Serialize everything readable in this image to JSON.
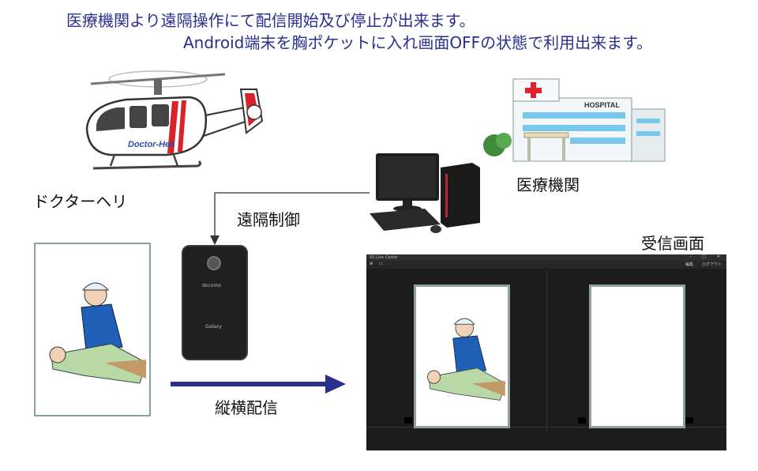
{
  "captions": {
    "line1": "医療機関より遠隔操作にて配信開始及び停止が出来ます。",
    "line2": "Android端末を胸ポケットに入れ画面OFFの状態で利用出来ます。"
  },
  "labels": {
    "helicopter": "ドクターヘリ",
    "hospital": "医療機関",
    "remote_control": "遠隔制御",
    "receive_screen": "受信画面",
    "vertical_stream": "縦横配信"
  },
  "helicopter_marking": "Doctor-Heli",
  "hospital_sign": "HOSPITAL",
  "phone": {
    "carrier": "docomo",
    "model": "Galaxy"
  },
  "app_window": {
    "title": "SS Live Caster",
    "menu_edit": "編集",
    "menu_logout": "ログアウト"
  },
  "colors": {
    "caption": "#2a2f8f",
    "arrow": "#2b2f8c",
    "frame": "#8aa39c",
    "app_bg": "#1c1c1c"
  }
}
